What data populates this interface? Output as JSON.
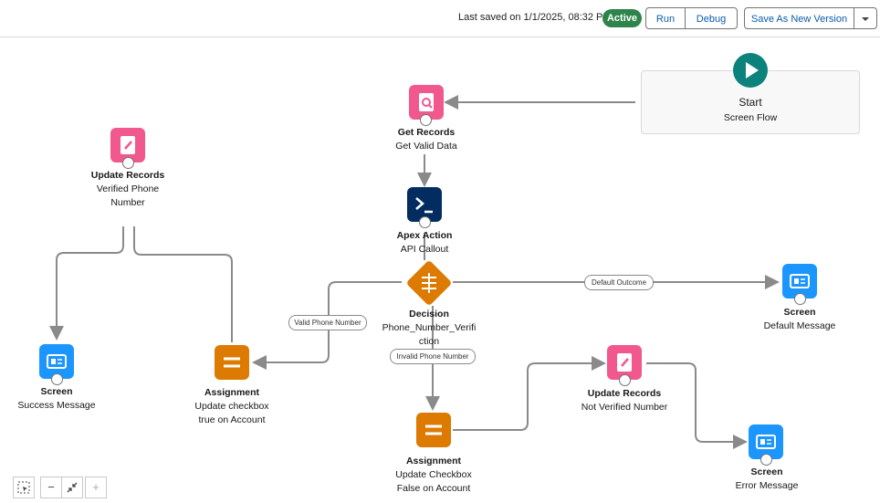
{
  "header": {
    "last_saved": "Last saved on 1/1/2025, 08:32 PM",
    "status": "Active",
    "run_label": "Run",
    "debug_label": "Debug",
    "save_new_label": "Save As New Version",
    "dropdown_icon": "chevron-down-icon"
  },
  "colors": {
    "record": "#f0588e",
    "apex": "#032d60",
    "assignment": "#dd7a01",
    "decision": "#dd7a01",
    "screen": "#1b96ff",
    "start": "#0b827c",
    "active": "#2e844a"
  },
  "start": {
    "title": "Start",
    "subtitle": "Screen Flow"
  },
  "nodes": {
    "get_records": {
      "type": "Get Records",
      "name": "Get Valid Data"
    },
    "apex": {
      "type": "Apex Action",
      "name": "API Callout"
    },
    "decision": {
      "type": "Decision",
      "name_line1": "Phone_Number_Verifi",
      "name_line2": "ction"
    },
    "update_verified": {
      "type": "Update Records",
      "name_line1": "Verified Phone",
      "name_line2": "Number"
    },
    "screen_success": {
      "type": "Screen",
      "name": "Success Message"
    },
    "assignment_true": {
      "type": "Assignment",
      "name_line1": "Update checkbox",
      "name_line2": "true on Account"
    },
    "screen_default": {
      "type": "Screen",
      "name": "Default Message"
    },
    "update_not_verified": {
      "type": "Update Records",
      "name": "Not Verified Number"
    },
    "assignment_false": {
      "type": "Assignment",
      "name_line1": "Update Checkbox",
      "name_line2": "False on Account"
    },
    "screen_error": {
      "type": "Screen",
      "name": "Error Message"
    }
  },
  "connectors": {
    "valid": "Valid Phone Number",
    "invalid": "Invalid Phone Number",
    "default": "Default Outcome"
  },
  "toolbar": {
    "select_icon": "select-elements-icon",
    "zoom_out": "−",
    "fit": "fit-view-icon",
    "zoom_in": "+"
  }
}
